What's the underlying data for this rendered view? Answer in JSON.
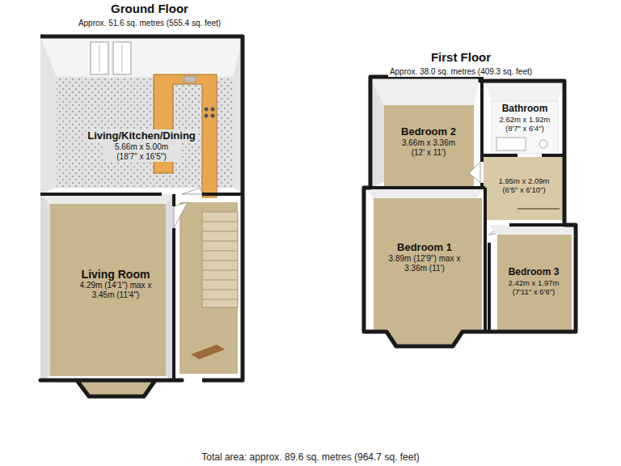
{
  "diagram": {
    "caption": "Total area: approx. 89.6 sq. metres (964.7 sq. feet)",
    "nodes": [
      {
        "text": [
          "Ground Floor",
          "Approx. 51.6 sq. metres (555.4 sq. feet)"
        ]
      },
      {
        "text": [
          "Living/Kitchen/Dining",
          "5.66m x 5.00m (18'7\" x 16'5\")"
        ],
        "in": 0
      },
      {
        "text": [
          "Living Room",
          "4.29m (14'1\") max x 3.45m (11'4\")"
        ],
        "in": 0
      },
      {
        "text": [
          "First Floor",
          "Approx. 38.0 sq. metres (409.3 sq. feet)"
        ]
      },
      {
        "text": [
          "Bedroom 2",
          "3.66m x 3.36m (12' x 11')"
        ],
        "in": 3
      },
      {
        "text": [
          "Bathroom",
          "2.62m x 1.92m (8'7\" x 6'4\")"
        ],
        "in": 3
      },
      {
        "text": [
          "1.95m x 2.09m (6'5\" x 6'10\")"
        ],
        "in": 3
      },
      {
        "text": [
          "Bedroom 1",
          "3.89m (12'9\") max x 3.36m (11')"
        ],
        "in": 3
      },
      {
        "text": [
          "Bedroom 3",
          "2.42m x 1.97m (7'11\" x 6'6\")"
        ],
        "in": 3
      }
    ]
  }
}
